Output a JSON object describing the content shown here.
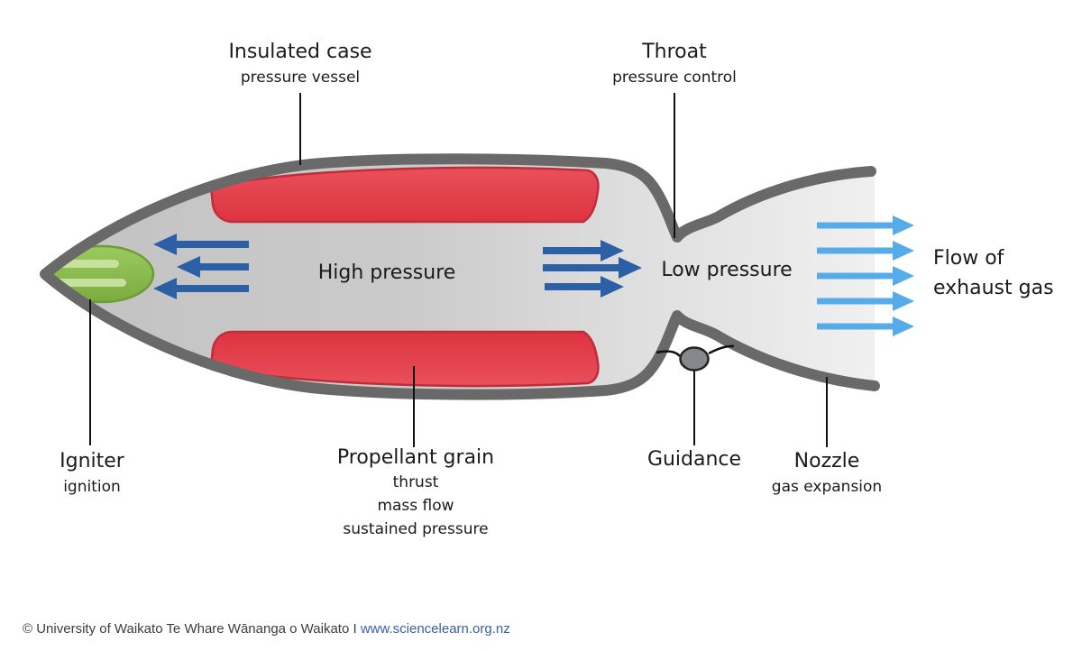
{
  "diagram": {
    "type": "labeled-diagram",
    "subject": "Solid rocket motor cross-section",
    "labels": {
      "insulated_case": {
        "title": "Insulated case",
        "subtitle": "pressure vessel"
      },
      "throat": {
        "title": "Throat",
        "subtitle": "pressure control"
      },
      "igniter": {
        "title": "Igniter",
        "subtitle": "ignition"
      },
      "propellant_grain": {
        "title": "Propellant grain",
        "subtitles": [
          "thrust",
          "mass flow",
          "sustained pressure"
        ]
      },
      "guidance": {
        "title": "Guidance"
      },
      "nozzle": {
        "title": "Nozzle",
        "subtitle": "gas expansion"
      },
      "high_pressure": "High pressure",
      "low_pressure": "Low pressure",
      "exhaust_flow_line1": "Flow of",
      "exhaust_flow_line2": "exhaust gas"
    },
    "arrows": {
      "chamber_arrows": {
        "count": 6,
        "meaning": "high pressure pushing toward igniter and throat",
        "color": "#2d5fa5"
      },
      "exhaust_arrows": {
        "count": 5,
        "meaning": "flow of exhaust gas out of nozzle",
        "color": "#56ace8"
      }
    },
    "colors": {
      "case_outline": "#696969",
      "chamber_fill": "#c9c9c9",
      "propellant_red": "#e23c47",
      "igniter_green": "#8cbf4f",
      "guidance_gray": "#85888d",
      "dark_arrow_blue": "#2d5fa5",
      "light_arrow_blue": "#56ace8"
    }
  },
  "footer": {
    "copyright": "© University of Waikato Te Whare Wānanga o Waikato I",
    "link": "www.sciencelearn.org.nz"
  }
}
